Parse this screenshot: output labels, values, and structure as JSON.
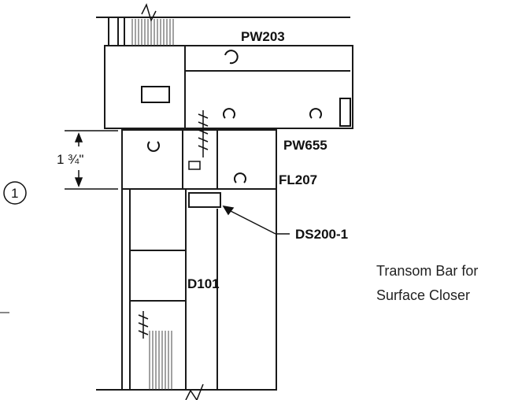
{
  "labels": {
    "pw203": "PW203",
    "pw655": "PW655",
    "fl207": "FL207",
    "ds200": "DS200-1",
    "d101": "D101"
  },
  "dimension": "1 ¾\"",
  "callout_number": "1",
  "caption": {
    "line1": "Transom Bar for",
    "line2": "Surface Closer"
  }
}
